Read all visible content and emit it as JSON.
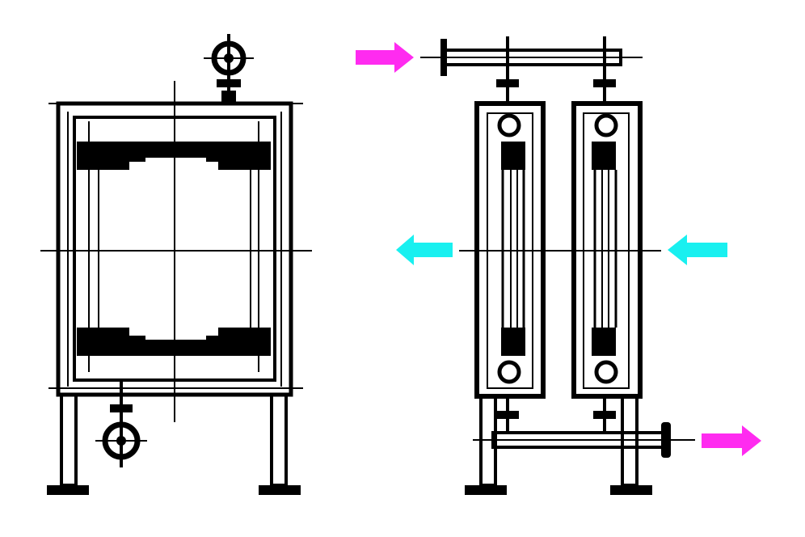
{
  "diagram": {
    "units": [
      {
        "name": "single-chamber-housing",
        "valves": 2,
        "legs": 2
      },
      {
        "name": "dual-column-housing",
        "columns": 2,
        "legs": 2
      }
    ],
    "arrows": [
      {
        "name": "inlet-top",
        "direction": "right",
        "color": "#ff2bf0"
      },
      {
        "name": "flow-left",
        "direction": "left",
        "color": "#19f0f0"
      },
      {
        "name": "flow-right-side",
        "direction": "left",
        "color": "#19f0f0"
      },
      {
        "name": "outlet-bottom",
        "direction": "right",
        "color": "#ff2bf0"
      }
    ],
    "colors": {
      "line": "#000000",
      "background": "#ffffff",
      "magenta": "#ff2bf0",
      "cyan": "#19f0f0"
    }
  }
}
